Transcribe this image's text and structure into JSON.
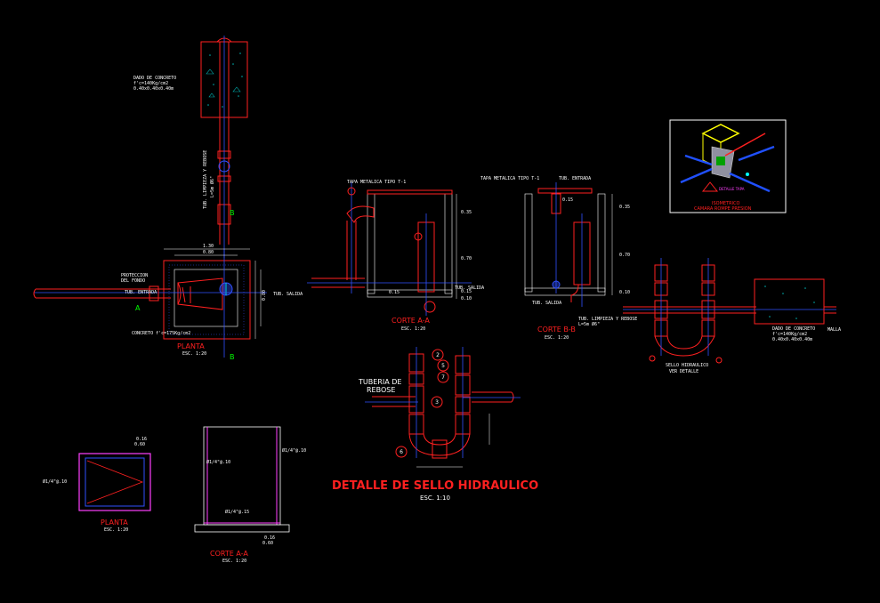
{
  "colors": {
    "background": "#000000",
    "concrete": "#ff2020",
    "pipe": "#ff2020",
    "axis": "#3050ff",
    "rebar": "#ff40ff",
    "text": "#ffffff",
    "dim": "#00ffff",
    "iso_blue": "#2050ff",
    "iso_yellow": "#ffff00"
  },
  "main_title": "DETALLE DE SELLO HIDRAULICO",
  "main_scale": "ESC. 1:10",
  "plan_top": {
    "dado_label": "DADO DE CONCRETO",
    "dado_spec1": "f'c=140Kg/cm2",
    "dado_spec2": "0.40x0.40x0.40m",
    "tube_label1": "TUB. LIMPIEZA Y REBOSE",
    "tube_label2": "L=5m Ø6\"",
    "proteccion1": "PROTECCION",
    "proteccion2": "DEL FONDO",
    "tub_entrada": "TUB. ENTRADA",
    "tub_salida": "TUB. SALIDA",
    "concreto": "CONCRETO f'c=175Kg/cm2",
    "dim_top1": "1.30",
    "dim_top2": "0.80",
    "dim_side": "0.80",
    "marker_a": "A",
    "marker_b": "B",
    "title": "PLANTA",
    "scale": "ESC. 1:20"
  },
  "corte_aa": {
    "tapa": "TAPA METALICA TIPO T-1",
    "title": "CORTE A-A",
    "scale": "ESC. 1:20",
    "dim1": "0.35",
    "dim2": "0.70",
    "dim3": "0.15",
    "dim4": "0.10",
    "tub_salida": "TUB. SALIDA",
    "elev": "0.15"
  },
  "corte_bb": {
    "tapa": "TAPA METALICA TIPO T-1",
    "tub_entrada": "TUB. ENTRADA",
    "tub_salida": "TUB. SALIDA",
    "title": "CORTE B-B",
    "scale": "ESC. 1:20",
    "dim1": "0.35",
    "dim2": "0.70",
    "dim3": "0.10",
    "limpieza1": "TUB. LIMPIEZA Y REBOSE",
    "limpieza2": "L=5m Ø6\""
  },
  "sello_right": {
    "label1": "SELLO HIDRAULICO",
    "label2": "VER DETALLE",
    "dado1": "DADO DE CONCRETO",
    "dado2": "f'c=140Kg/cm2",
    "dado3": "0.40x0.40x0.40m",
    "malla": "MALLA"
  },
  "isometric": {
    "label1": "ISOMETRICO",
    "label2": "CAMARA ROMPE PRESION",
    "label3": "DETALLE TAPA"
  },
  "detail": {
    "tuberia1": "TUBERIA DE",
    "tuberia2": "REBOSE",
    "bubbles": [
      "2",
      "5",
      "7",
      "3",
      "6"
    ]
  },
  "tapa_plan": {
    "dim": "0.16",
    "dim2": "0.60",
    "rebar": "Ø1/4\"@.10",
    "title": "PLANTA",
    "scale": "ESC. 1:20"
  },
  "tapa_corte": {
    "rebar1": "Ø1/4\"@.10",
    "rebar2": "Ø1/4\"@.10",
    "rebar3": "Ø1/4\"@.15",
    "dim": "0.16",
    "dim2": "0.60",
    "title": "CORTE A-A",
    "scale": "ESC. 1:20"
  }
}
